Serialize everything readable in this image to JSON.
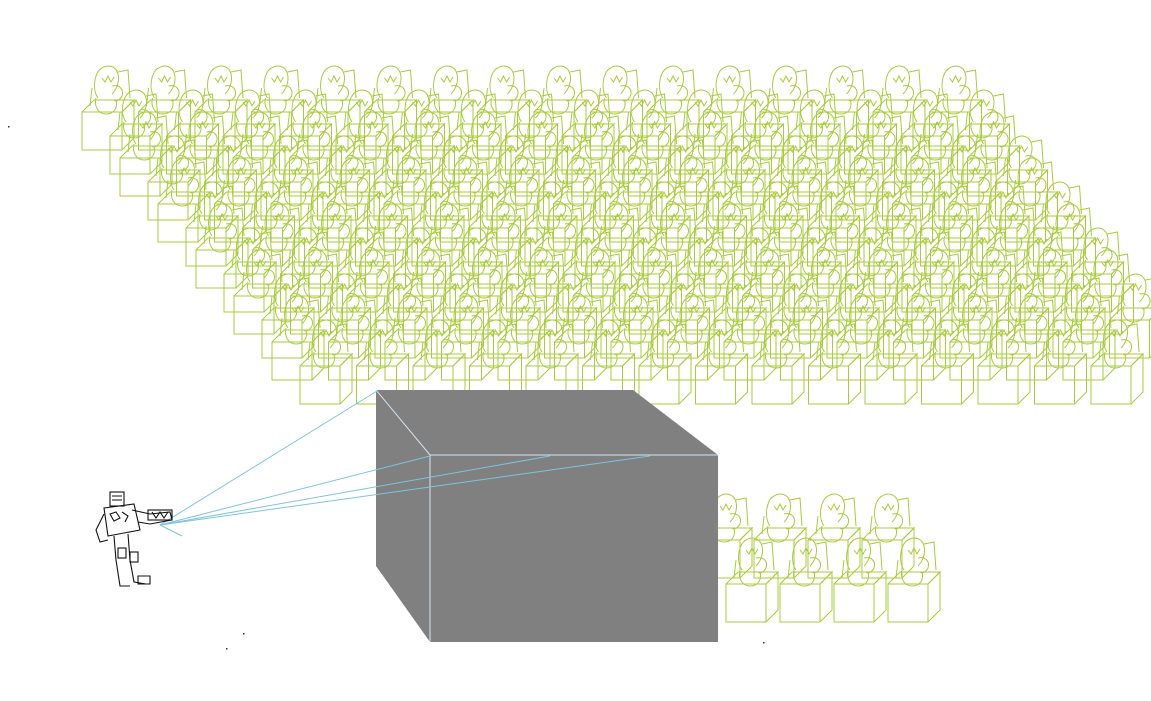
{
  "scene": {
    "background_color": "#ffffff",
    "wireframe_color": "#a8cc3a",
    "occluder_color": "#808080",
    "occluder_edge_color": "#d6e4f0",
    "ray_color": "#7cc4e0",
    "figure_color": "#111111"
  },
  "upper_crowd": {
    "rows": 6,
    "cols": 16,
    "kind": "seated-figure-wireframe"
  },
  "lower_crowd": {
    "rows": 2,
    "cols": 4,
    "kind": "seated-figure-wireframe"
  },
  "occluder": {
    "kind": "gray-box"
  },
  "viewer": {
    "kind": "robot-figure",
    "ray_count": 5
  }
}
